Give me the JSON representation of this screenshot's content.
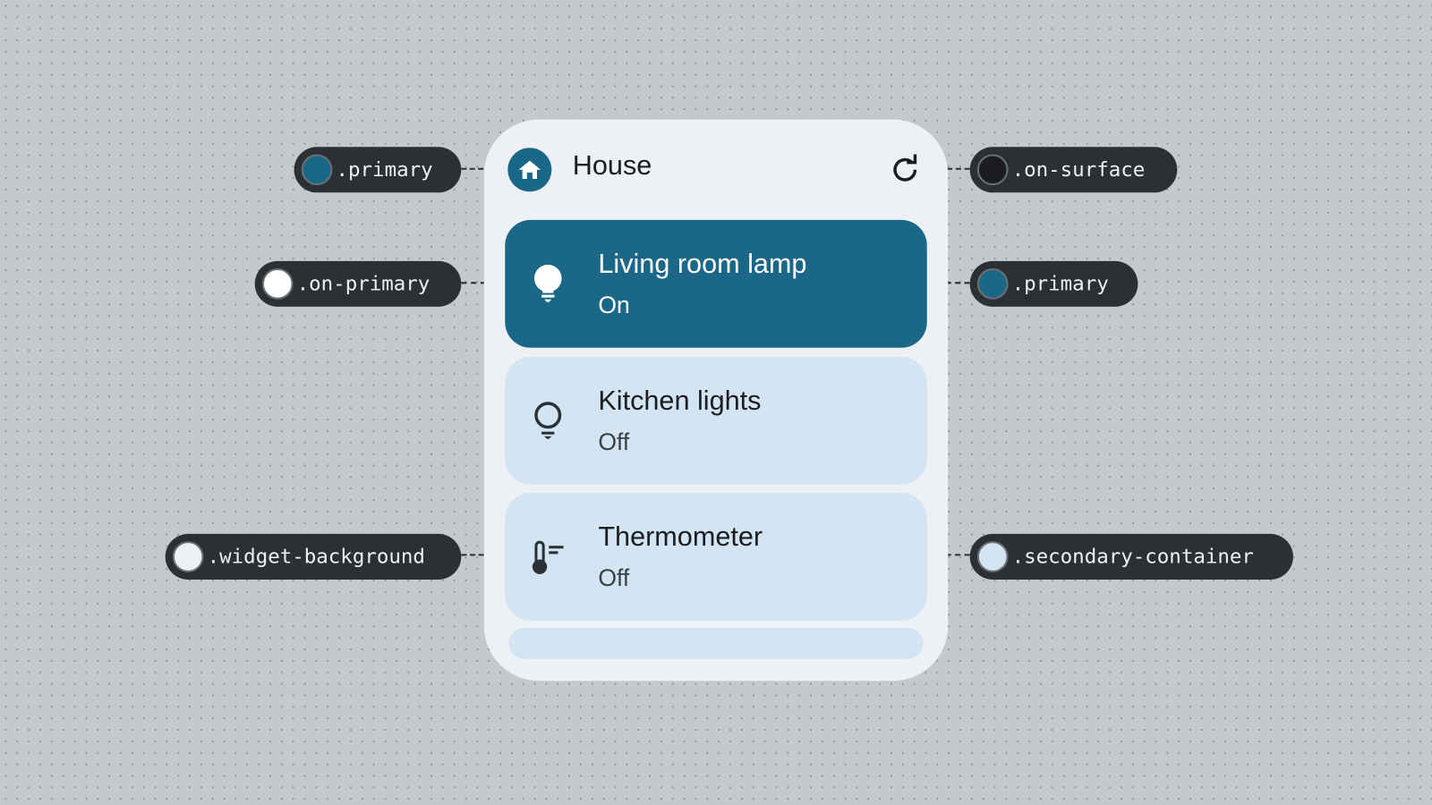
{
  "widget": {
    "title": "House",
    "icons": {
      "header": "home-icon",
      "action": "refresh-icon"
    },
    "items": [
      {
        "name": "Living room lamp",
        "status": "On",
        "icon": "lightbulb-filled-icon",
        "active": true
      },
      {
        "name": "Kitchen lights",
        "status": "Off",
        "icon": "lightbulb-outline-icon",
        "active": false
      },
      {
        "name": "Thermometer",
        "status": "Off",
        "icon": "thermometer-icon",
        "active": false
      }
    ]
  },
  "annotations": {
    "primary_left": {
      "label": ".primary",
      "color": "#1b6788"
    },
    "on_primary": {
      "label": ".on-primary",
      "color": "#ffffff"
    },
    "widget_background": {
      "label": ".widget-background",
      "color": "#edf1f6"
    },
    "on_surface": {
      "label": ".on-surface",
      "color": "#1b1d20"
    },
    "primary_right": {
      "label": ".primary",
      "color": "#1b6788"
    },
    "secondary_container": {
      "label": ".secondary-container",
      "color": "#d3e4f3"
    }
  }
}
